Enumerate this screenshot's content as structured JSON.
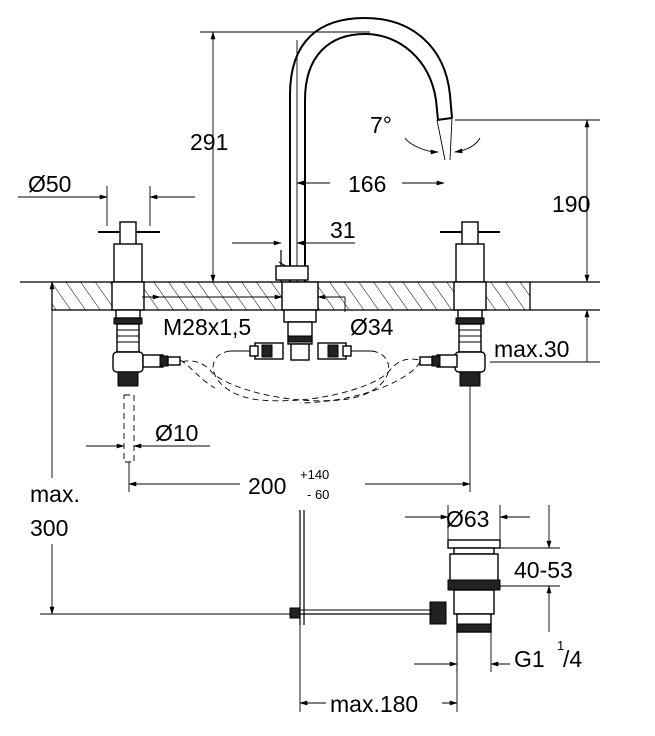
{
  "labels": {
    "height_total": "291",
    "spout_angle": "7°",
    "spout_reach": "166",
    "spout_height": "190",
    "handle_diameter": "Ø50",
    "spout_offset": "31",
    "thread": "M28x1,5",
    "spout_diameter": "Ø34",
    "max_deck": "max.30",
    "hose_diameter": "Ø10",
    "spacing_base": "200",
    "spacing_plus": "+140",
    "spacing_minus": "- 60",
    "max_depth_line1": "max.",
    "max_depth_line2": "300",
    "waste_diameter": "Ø63",
    "waste_range": "40-53",
    "waste_thread_main": "G1",
    "waste_thread_num": "1",
    "waste_thread_den": "/4",
    "rod_max": "max.180"
  }
}
